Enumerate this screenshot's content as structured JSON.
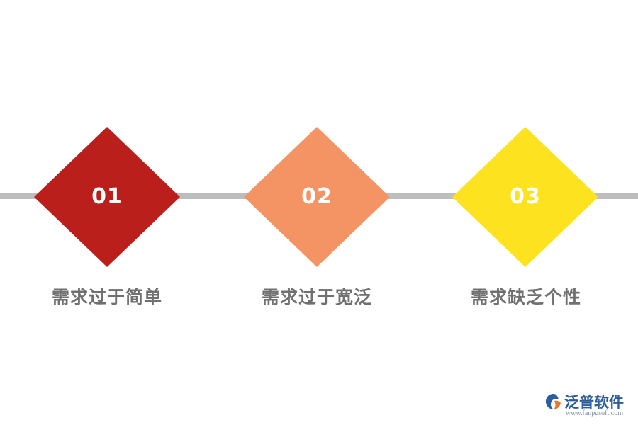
{
  "colors": {
    "connector": "#bdbdbd",
    "label": "#707070",
    "number": "#ffffff"
  },
  "steps": [
    {
      "number": "01",
      "label": "需求过于简单",
      "color": "#bb1f1b"
    },
    {
      "number": "02",
      "label": "需求过于宽泛",
      "color": "#f49465"
    },
    {
      "number": "03",
      "label": "需求缺乏个性",
      "color": "#fce21f"
    }
  ],
  "logo": {
    "name": "泛普软件",
    "url": "www.fanpusoft.com",
    "icon": "fanpu-swirl-logo-icon",
    "color": "#2d5d9a"
  }
}
